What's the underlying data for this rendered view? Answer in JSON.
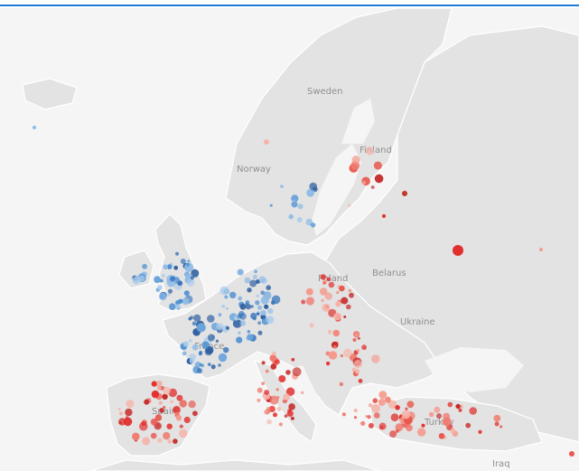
{
  "map": {
    "labels": {
      "sweden": "Sweden",
      "finland": "Finland",
      "norway": "Norway",
      "poland": "Poland",
      "belarus": "Belarus",
      "ukraine": "Ukraine",
      "france": "France",
      "spain": "Spain",
      "turkey": "Turkey",
      "iraq": "Iraq"
    },
    "colors": {
      "land": "#e4e4e4",
      "sea": "#f5f5f5",
      "border": "#ffffff",
      "blue": "#4a8fd0",
      "red": "#e0302e"
    }
  }
}
